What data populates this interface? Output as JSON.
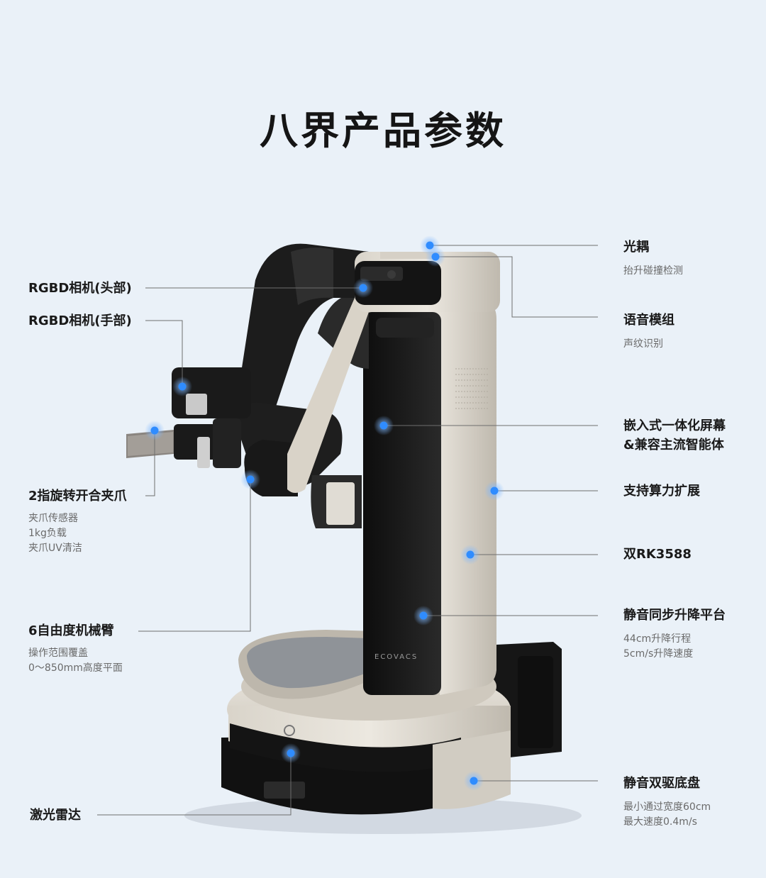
{
  "title": "八界产品参数",
  "brand": "ECOVACS",
  "accent_color": "#2f8cff",
  "features_left": [
    {
      "id": "head-camera",
      "name": "RGBD相机(头部)",
      "details": []
    },
    {
      "id": "hand-camera",
      "name": "RGBD相机(手部)",
      "details": []
    },
    {
      "id": "gripper",
      "name": "2指旋转开合夹爪",
      "details": [
        "夹爪传感器",
        "1kg负载",
        "夹爪UV清洁"
      ]
    },
    {
      "id": "arm",
      "name": "6自由度机械臂",
      "details": [
        "操作范围覆盖",
        "0～850mm高度平面"
      ]
    },
    {
      "id": "lidar",
      "name": "激光雷达",
      "details": []
    }
  ],
  "features_right": [
    {
      "id": "optocoupler",
      "name": "光耦",
      "details": [
        "抬升碰撞检测"
      ]
    },
    {
      "id": "voice",
      "name": "语音模组",
      "details": [
        "声纹识别"
      ]
    },
    {
      "id": "screen",
      "name": "嵌入式一体化屏幕",
      "name2": "&兼容主流智能体",
      "details": []
    },
    {
      "id": "compute",
      "name": "支持算力扩展",
      "details": []
    },
    {
      "id": "chip",
      "name": "双RK3588",
      "details": []
    },
    {
      "id": "lift",
      "name": "静音同步升降平台",
      "details": [
        "44cm升降行程",
        "5cm/s升降速度"
      ]
    },
    {
      "id": "chassis",
      "name": "静音双驱底盘",
      "details": [
        "最小通过宽度60cm",
        "最大速度0.4m/s"
      ]
    }
  ]
}
